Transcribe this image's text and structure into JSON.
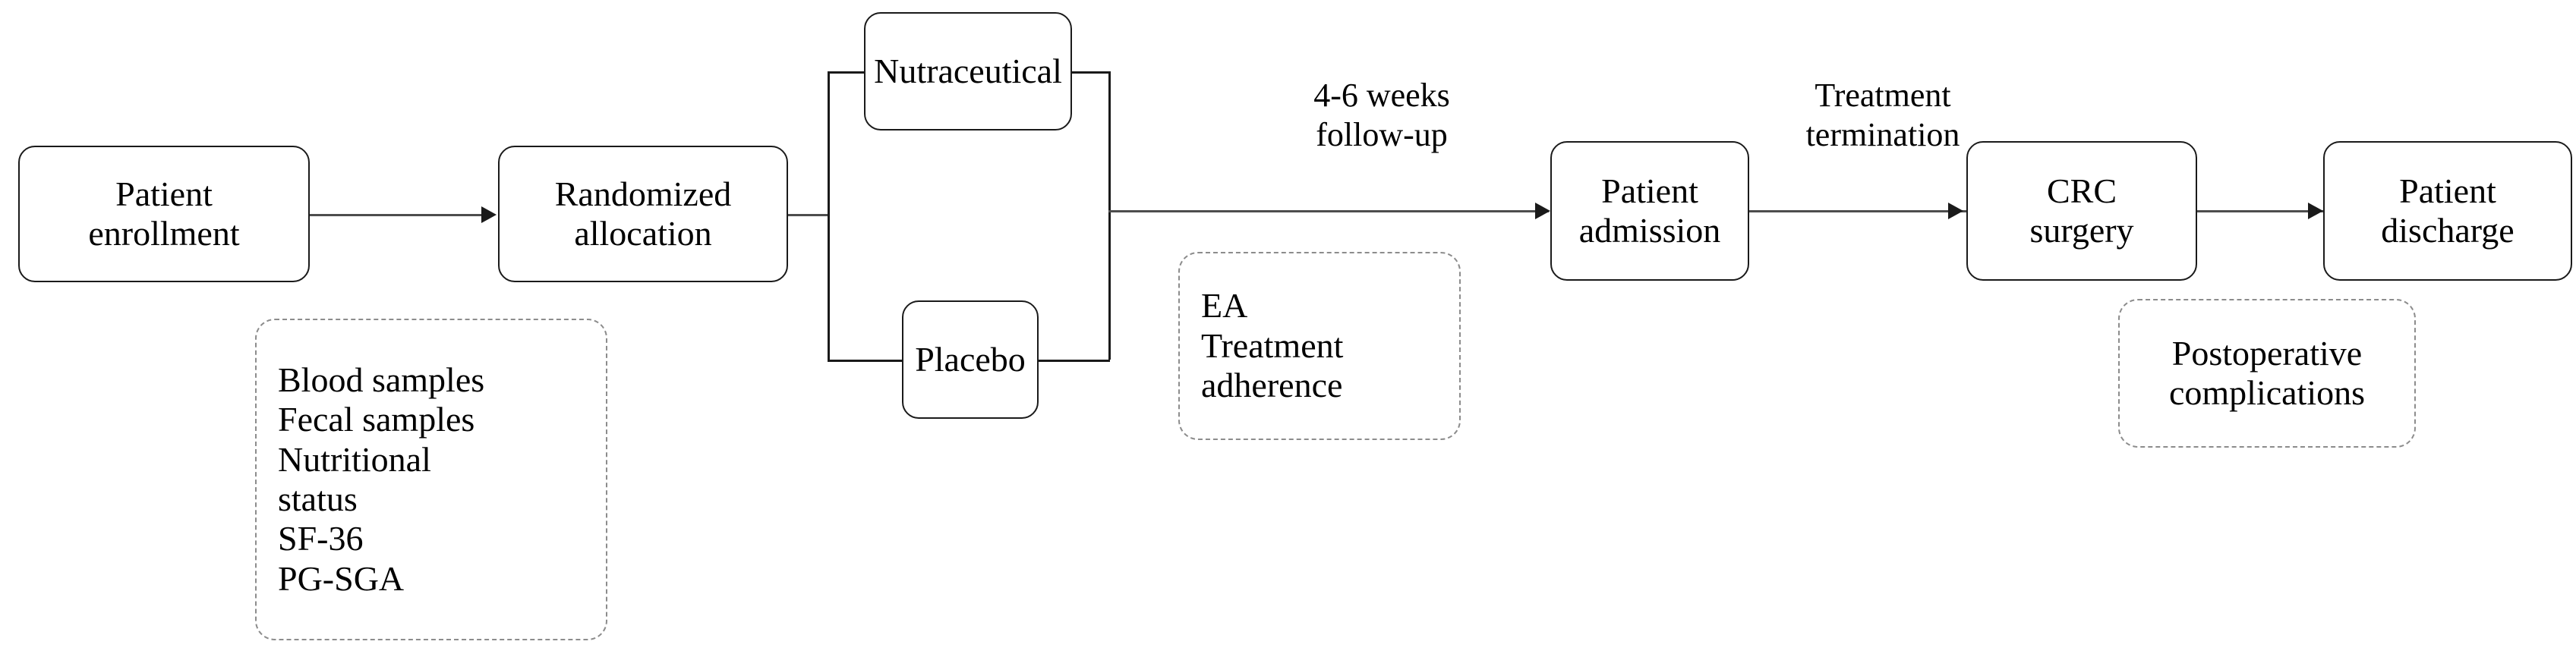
{
  "diagram": {
    "title": "Clinical trial study flow diagram",
    "colors": {
      "node_border": "#1a1a1a",
      "dashed_border": "#8c8c8c",
      "connector": "#4d4d4d",
      "text": "#000000",
      "background": "#ffffff"
    },
    "nodes": [
      {
        "id": "patient-enrollment",
        "label": "Patient\nenrollment",
        "style": "solid"
      },
      {
        "id": "randomized-allocation",
        "label": "Randomized\nallocation",
        "style": "solid"
      },
      {
        "id": "nutraceutical",
        "label": "Nutraceutical",
        "style": "solid"
      },
      {
        "id": "placebo",
        "label": "Placebo",
        "style": "solid"
      },
      {
        "id": "patient-admission",
        "label": "Patient\nadmission",
        "style": "solid"
      },
      {
        "id": "crc-surgery",
        "label": "CRC\nsurgery",
        "style": "solid"
      },
      {
        "id": "patient-discharge",
        "label": "Patient\ndischarge",
        "style": "solid"
      }
    ],
    "annotation_boxes": [
      {
        "id": "baseline-assessments",
        "style": "dashed",
        "label": "Blood samples\nFecal samples\nNutritional\nstatus\nSF-36\nPG-SGA",
        "items": [
          "Blood samples",
          "Fecal samples",
          "Nutritional status",
          "SF-36",
          "PG-SGA"
        ]
      },
      {
        "id": "ea-treatment-adherence",
        "style": "dashed",
        "label": "EA\nTreatment\nadherence",
        "items": [
          "EA",
          "Treatment adherence"
        ]
      },
      {
        "id": "postoperative-complications",
        "style": "dashed",
        "label": "Postoperative\ncomplications",
        "items": [
          "Postoperative complications"
        ]
      }
    ],
    "edge_labels": [
      {
        "id": "follow-up-label",
        "label": "4-6 weeks\nfollow-up"
      },
      {
        "id": "treatment-termination-label",
        "label": "Treatment\ntermination"
      }
    ]
  }
}
